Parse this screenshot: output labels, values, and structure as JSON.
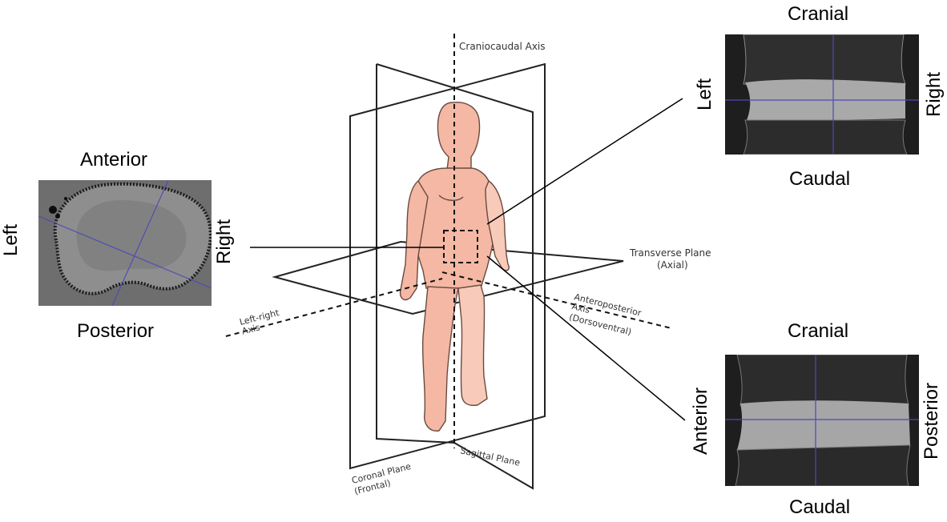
{
  "axial_panel": {
    "top": "Anterior",
    "bottom": "Posterior",
    "left": "Left",
    "right": "Right"
  },
  "coronal_panel": {
    "top": "Cranial",
    "bottom": "Caudal",
    "left": "Left",
    "right": "Right"
  },
  "sagittal_panel": {
    "top": "Cranial",
    "bottom": "Caudal",
    "left": "Anterior",
    "right": "Posterior"
  },
  "diagram": {
    "craniocaudal_axis": "Craniocaudal Axis",
    "transverse_plane_line1": "Transverse Plane",
    "transverse_plane_line2": "(Axial)",
    "anteroposterior_line1": "Anteroposterior",
    "anteroposterior_line2": "Axis",
    "anteroposterior_line3": "(Dorsoventral)",
    "left_right_line1": "Left-right",
    "left_right_line2": "Axis",
    "coronal_plane_line1": "Coronal Plane",
    "coronal_plane_line2": "(Frontal)",
    "sagittal_plane": "Sagittal Plane"
  },
  "colors": {
    "body_fill": "#f4b8a4",
    "body_stroke": "#6a4a40",
    "scan_bg": "#2b2b2b",
    "disc_gray": "#a8a8a8",
    "crosshair": "#4a4ab8"
  }
}
